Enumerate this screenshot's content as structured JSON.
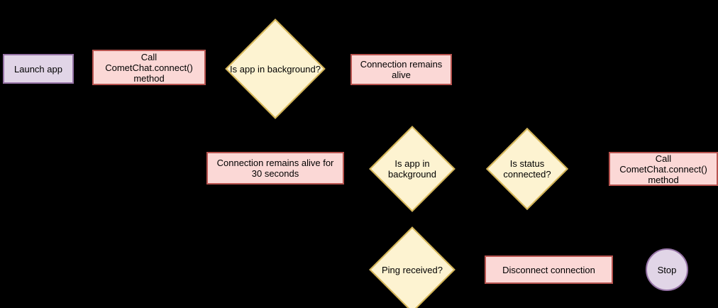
{
  "diagram": {
    "type": "flowchart",
    "background_color": "#000000",
    "palette": {
      "process_fill": "#fbd8d6",
      "process_stroke": "#b85450",
      "decision_fill": "#fdf3d1",
      "decision_stroke": "#d6b656",
      "terminal_fill": "#e1d5e7",
      "terminal_stroke": "#9673a6",
      "edge_color": "#000000",
      "text_color": "#000000"
    },
    "nodes": [
      {
        "id": "launch-app",
        "label": "Launch app",
        "shape": "terminal"
      },
      {
        "id": "connect-method-1",
        "label": "Call CometChat.connect() method",
        "shape": "process"
      },
      {
        "id": "is-app-background-1",
        "label": "Is app in background?",
        "shape": "decision"
      },
      {
        "id": "connection-alive",
        "label": "Connection remains alive",
        "shape": "process"
      },
      {
        "id": "connection-alive-30s",
        "label": "Connection remains alive for 30 seconds",
        "shape": "process"
      },
      {
        "id": "is-app-background-2",
        "label": "Is app in background",
        "shape": "decision"
      },
      {
        "id": "is-status-connected",
        "label": "Is status connected?",
        "shape": "decision"
      },
      {
        "id": "connect-method-2",
        "label": "Call CometChat.connect() method",
        "shape": "process"
      },
      {
        "id": "ping-received",
        "label": "Ping received?",
        "shape": "decision"
      },
      {
        "id": "disconnect-connection",
        "label": "Disconnect connection",
        "shape": "process"
      },
      {
        "id": "stop",
        "label": "Stop",
        "shape": "terminal-circle"
      }
    ]
  }
}
